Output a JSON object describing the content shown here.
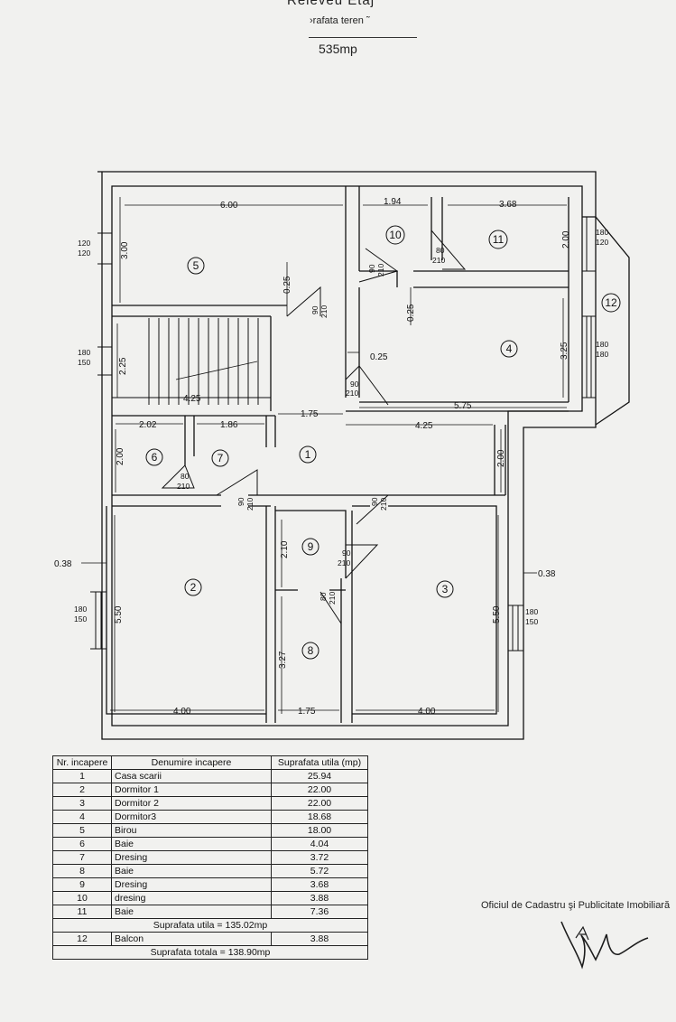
{
  "header": {
    "title": "Releveu Etaj",
    "subtitle": "›rafata teren ˜",
    "land_area": "535mp"
  },
  "plan": {
    "dims": {
      "d600": "6.00",
      "d194": "1.94",
      "d368": "3.68",
      "d300": "3.00",
      "d200a": "2.00",
      "d025a": "0.25",
      "d025b": "0.25",
      "d025c": "0.25",
      "d225": "2.25",
      "d325": "3.25",
      "d425a": "4.25",
      "d575": "5.75",
      "d175a": "1.75",
      "d202": "2.02",
      "d186": "1.86",
      "d425b": "4.25",
      "d200b": "2.00",
      "d200c": "2.00",
      "d038a": "0.38",
      "d038b": "0.38",
      "d210": "2.10",
      "d550a": "5.50",
      "d550b": "5.50",
      "d327": "3.27",
      "d400a": "4.00",
      "d175b": "1.75",
      "d400b": "4.00"
    },
    "windows": {
      "w1a": "120",
      "w1b": "120",
      "w2a": "180",
      "w2b": "150",
      "w3a": "180",
      "w3b": "150",
      "w4a": "180",
      "w4b": "150",
      "w5a": "180",
      "w5b": "180",
      "w6a": "180",
      "w6b": "120"
    },
    "doors": {
      "d1a": "90",
      "d1b": "210",
      "d2a": "90",
      "d2b": "210",
      "d3a": "80",
      "d3b": "210",
      "d4a": "90",
      "d4b": "210",
      "d5a": "80",
      "d5b": "210",
      "d6a": "90",
      "d6b": "210",
      "d7a": "90",
      "d7b": "210",
      "d8a": "90",
      "d8b": "210",
      "d9a": "80",
      "d9b": "210"
    },
    "room_numbers": [
      "1",
      "2",
      "3",
      "4",
      "5",
      "6",
      "7",
      "8",
      "9",
      "10",
      "11",
      "12"
    ]
  },
  "table": {
    "headers": {
      "nr": "Nr. incapere",
      "name": "Denumire incapere",
      "area": "Suprafata utila (mp)"
    },
    "rows": [
      {
        "nr": "1",
        "name": "Casa scarii",
        "area": "25.94"
      },
      {
        "nr": "2",
        "name": "Dormitor 1",
        "area": "22.00"
      },
      {
        "nr": "3",
        "name": "Dormitor 2",
        "area": "22.00"
      },
      {
        "nr": "4",
        "name": "Dormitor3",
        "area": "18.68"
      },
      {
        "nr": "5",
        "name": "Birou",
        "area": "18.00"
      },
      {
        "nr": "6",
        "name": "Baie",
        "area": "4.04"
      },
      {
        "nr": "7",
        "name": "Dresing",
        "area": "3.72"
      },
      {
        "nr": "8",
        "name": "Baie",
        "area": "5.72"
      },
      {
        "nr": "9",
        "name": "Dresing",
        "area": "3.68"
      },
      {
        "nr": "10",
        "name": "dresing",
        "area": "3.88"
      },
      {
        "nr": "11",
        "name": "Baie",
        "area": "7.36"
      }
    ],
    "useful_total": "Suprafata utila = 135.02mp",
    "balcony": {
      "nr": "12",
      "name": "Balcon",
      "area": "3.88"
    },
    "grand_total": "Suprafata totala = 138.90mp"
  },
  "stamp": {
    "ocpi": "Oficiul de Cadastru şi Publicitate Imobiliară"
  }
}
